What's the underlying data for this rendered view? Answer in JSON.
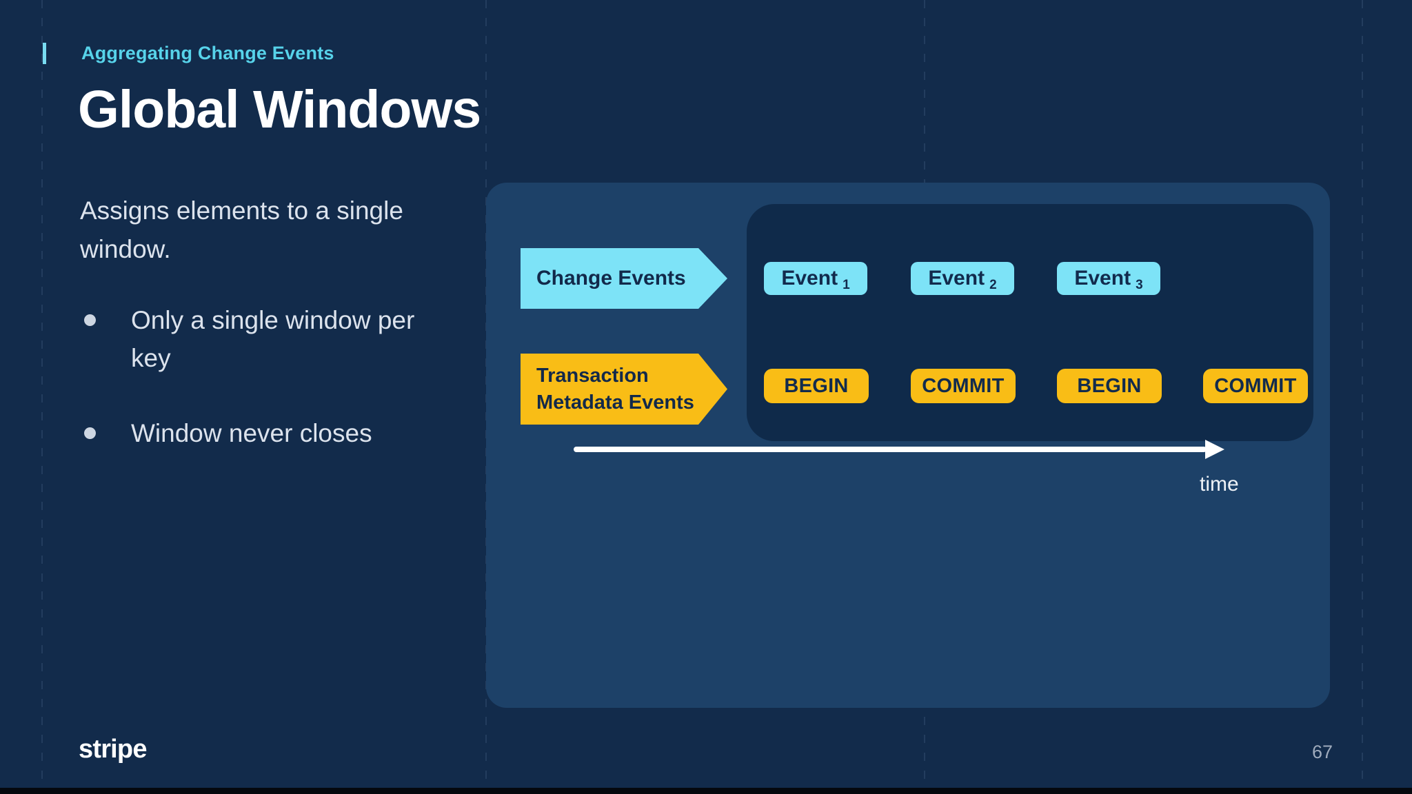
{
  "slide": {
    "kicker": "Aggregating Change Events",
    "title": "Global Windows",
    "intro": "Assigns elements to a single window.",
    "bullets": [
      {
        "text": "Only a single window per key"
      },
      {
        "text": "Window never closes"
      }
    ],
    "footer": {
      "logo": "stripe",
      "page_number": "67"
    }
  },
  "diagram": {
    "lanes": [
      {
        "id": "change-events",
        "lines": [
          "Change Events"
        ],
        "color": "#7de3f7"
      },
      {
        "id": "transaction-metadata-events",
        "lines": [
          "Transaction",
          "Metadata Events"
        ],
        "color": "#f9bd16"
      }
    ],
    "event_chips": [
      {
        "label": "Event",
        "subscript": "1"
      },
      {
        "label": "Event",
        "subscript": "2"
      },
      {
        "label": "Event",
        "subscript": "3"
      }
    ],
    "txn_chips": [
      "BEGIN",
      "COMMIT",
      "BEGIN",
      "COMMIT"
    ],
    "time_label": "time",
    "colors": {
      "background": "#122b4b",
      "panel_outer": "#1d4168",
      "panel_inner": "#0f2a4a",
      "cyan": "#7de3f7",
      "yellow": "#f9bd16",
      "chip_text": "#122b4d",
      "kicker_cyan": "#57d3ea"
    }
  }
}
